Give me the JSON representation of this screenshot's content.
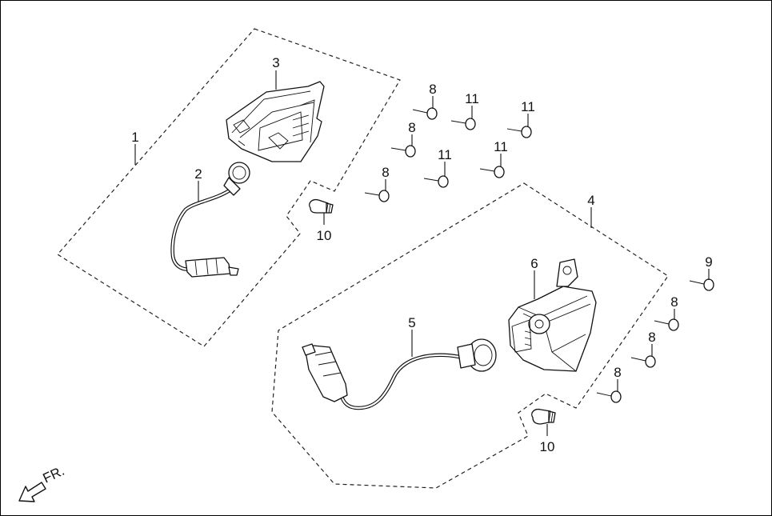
{
  "callouts": {
    "c1": "1",
    "c2": "2",
    "c3": "3",
    "c4": "4",
    "c5": "5",
    "c6": "6",
    "c8a": "8",
    "c8b": "8",
    "c8c": "8",
    "c8d": "8",
    "c8e": "8",
    "c8f": "8",
    "c9": "9",
    "c10a": "10",
    "c10b": "10",
    "c11a": "11",
    "c11b": "11",
    "c11c": "11",
    "c11d": "11"
  },
  "direction": {
    "label": "FR.",
    "icon": "front-direction-arrow-icon"
  },
  "colors": {
    "line": "#111111",
    "background": "#ffffff"
  }
}
